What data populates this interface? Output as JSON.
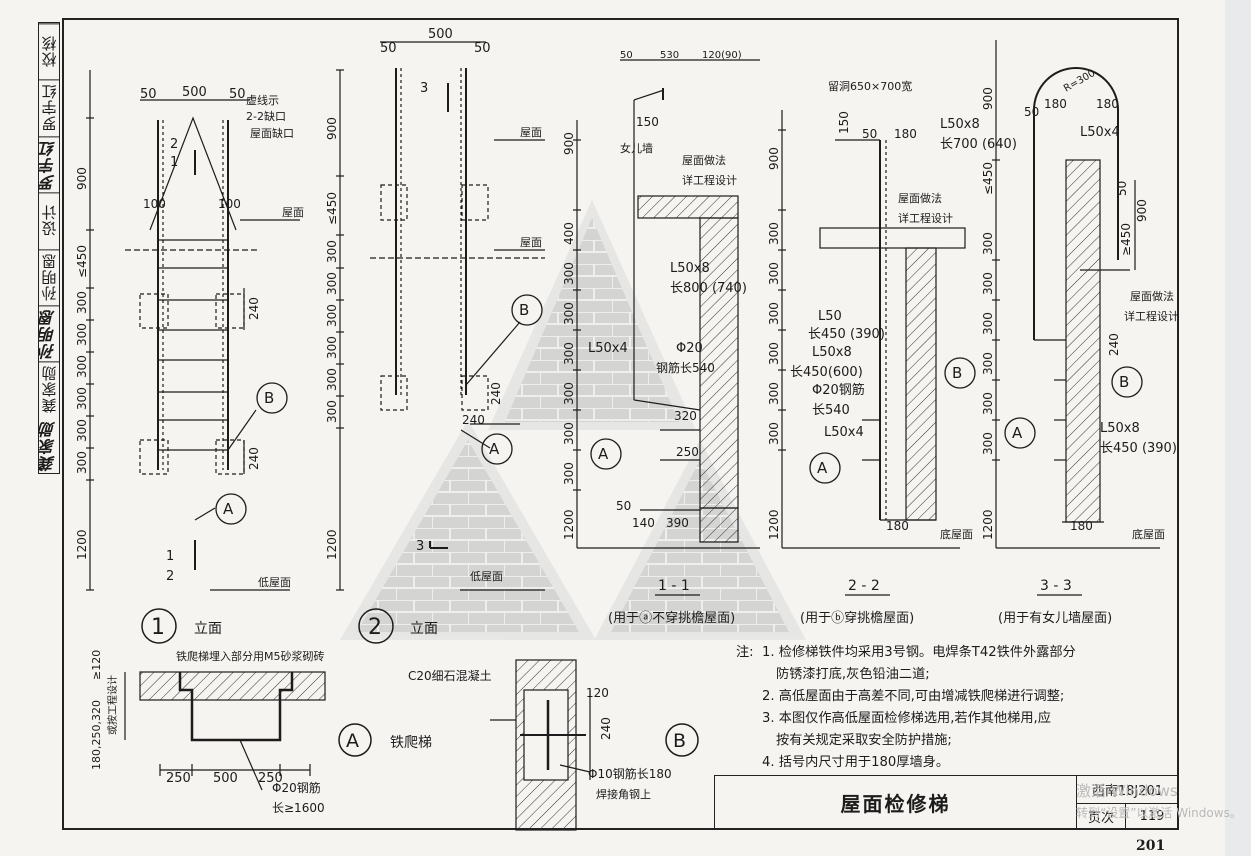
{
  "signatures": {
    "cells": [
      {
        "label": "校核",
        "hand": false
      },
      {
        "label": "罗宇红",
        "hand": false
      },
      {
        "label": "罗宇红",
        "hand": true
      },
      {
        "label": "设计",
        "hand": false
      },
      {
        "label": "孙明恩",
        "hand": false
      },
      {
        "label": "孙明恩",
        "hand": true
      },
      {
        "label": "龚家勋",
        "hand": false
      },
      {
        "label": "龚家勋",
        "hand": true
      }
    ]
  },
  "view1": {
    "dims": {
      "d50a": "50",
      "d500": "500",
      "d50b": "50",
      "d100a": "100",
      "d100b": "100",
      "d240a": "240",
      "d240b": "240"
    },
    "vdims": [
      "900",
      "≤450",
      "300",
      "300",
      "300",
      "300",
      "300",
      "300",
      "1200"
    ],
    "notes": {
      "dash_label": "虚线示",
      "section": "2-2缺口",
      "roof_notch": "屋面缺口",
      "roof": "屋面",
      "low_roof": "低屋面",
      "cut1": "1",
      "cut2": "2",
      "mark1": "1",
      "mark2": "2"
    },
    "callout_b": "B",
    "callout_a": "A",
    "label_num": "1",
    "label": "立面"
  },
  "view2": {
    "dims": {
      "d500": "500",
      "d50a": "50",
      "d50b": "50",
      "d240": "240",
      "d240v": "240"
    },
    "vdims": [
      "900",
      "≤450",
      "300",
      "300",
      "300",
      "300",
      "300",
      "300",
      "1200"
    ],
    "notes": {
      "roof1": "屋面",
      "roof2": "屋面",
      "low_roof": "低屋面",
      "mark3a": "3",
      "mark3b": "3"
    },
    "callout_b": "B",
    "callout_a": "A",
    "label_num": "2",
    "label": "立面"
  },
  "sec11": {
    "top_dims": {
      "d50": "50",
      "d530": "530",
      "d120": "120(90)"
    },
    "labels": {
      "parapet": "女儿墙",
      "roof_method": "屋面做法",
      "see_design": "详工程设计",
      "angle1": "L50x8",
      "angle1_len": "长800 (740)",
      "angle2": "L50x4",
      "rod": "Φ20",
      "rod_len": "钢筋长540",
      "d320": "320",
      "d250": "250",
      "d50": "50",
      "d140": "140",
      "d390": "390",
      "d150": "150"
    },
    "vdims": [
      "900",
      "400",
      "300",
      "300",
      "300",
      "300",
      "300",
      "300",
      "1200"
    ],
    "callout_a": "A",
    "title": "1 - 1",
    "caption": "(用于ⓐ不穿挑檐屋面)"
  },
  "sec22": {
    "labels": {
      "opening": "留洞650×700宽",
      "d150": "150",
      "d50": "50",
      "d180": "180",
      "roof_method": "屋面做法",
      "see_design": "详工程设计",
      "l50": "L50",
      "l50_len": "长450 (390)",
      "l508": "L50x8",
      "l508_len": "长450(600)",
      "rod": "Φ20钢筋",
      "rod_len": "长540",
      "l504": "L50x4",
      "base_roof": "底屋面",
      "d180b": "180"
    },
    "vdims": [
      "900",
      "300",
      "300",
      "300",
      "300",
      "300",
      "300",
      "1200"
    ],
    "callout_a": "A",
    "callout_b": "B",
    "title": "2 - 2",
    "caption": "(用于ⓑ穿挑檐屋面)"
  },
  "sec33": {
    "labels": {
      "radius": "R=300",
      "d50": "50",
      "d180a": "180",
      "d180b": "180",
      "l508": "L50x8",
      "l508_len": "长700 (640)",
      "l504": "L50x4",
      "d50b": "50",
      "d900": "900",
      "ge450": "≥450",
      "roof_method": "屋面做法",
      "see_design": "详工程设计",
      "d240": "240",
      "l508b": "L50x8",
      "l508b_len": "长450 (390)",
      "base_roof": "底屋面",
      "d180c": "180"
    },
    "vdims": [
      "900",
      "≤450",
      "300",
      "300",
      "300",
      "300",
      "300",
      "300",
      "1200"
    ],
    "callout_a": "A",
    "callout_b": "B",
    "title": "3 - 3",
    "caption": "(用于有女儿墙屋面)"
  },
  "detailA": {
    "note": "铁爬梯埋入部分用M5砂浆砌砖",
    "left_dim": "180,250,320",
    "left_dim2": "或按工程设计",
    "ge120": "≥120",
    "d250a": "250",
    "d500": "500",
    "d250b": "250",
    "rod": "Φ20钢筋",
    "rod_len": "长≥1600",
    "callout": "A",
    "label": "铁爬梯"
  },
  "detailB": {
    "concrete": "C20细石混凝土",
    "d120": "120",
    "d240": "240",
    "rod": "Φ10钢筋长180",
    "weld": "焊接角钢上",
    "callout": "B"
  },
  "notes": {
    "lead": "注:",
    "items": [
      "1. 检修梯铁件均采用3号钢。电焊条T42铁件外露部分",
      "防锈漆打底,灰色铅油二道;",
      "2. 高低屋面由于高差不同,可由增减铁爬梯进行调整;",
      "3. 本图仅作高低屋面检修梯选用,若作其他梯用,应",
      "按有关规定采取安全防护措施;",
      "4. 括号内尺寸用于180厚墙身。"
    ]
  },
  "title_block": {
    "name": "屋面检修梯",
    "atlas": "西南18J201",
    "page_label": "页次",
    "page_num": "119"
  },
  "page_number": "201",
  "watermark": {
    "line1": "激活 Windows",
    "line2": "转到“设置”以激活 Windows。"
  },
  "colors": {
    "line": "#1c1c1c",
    "hatch": "#333333",
    "logo": "#b8b8b8"
  }
}
